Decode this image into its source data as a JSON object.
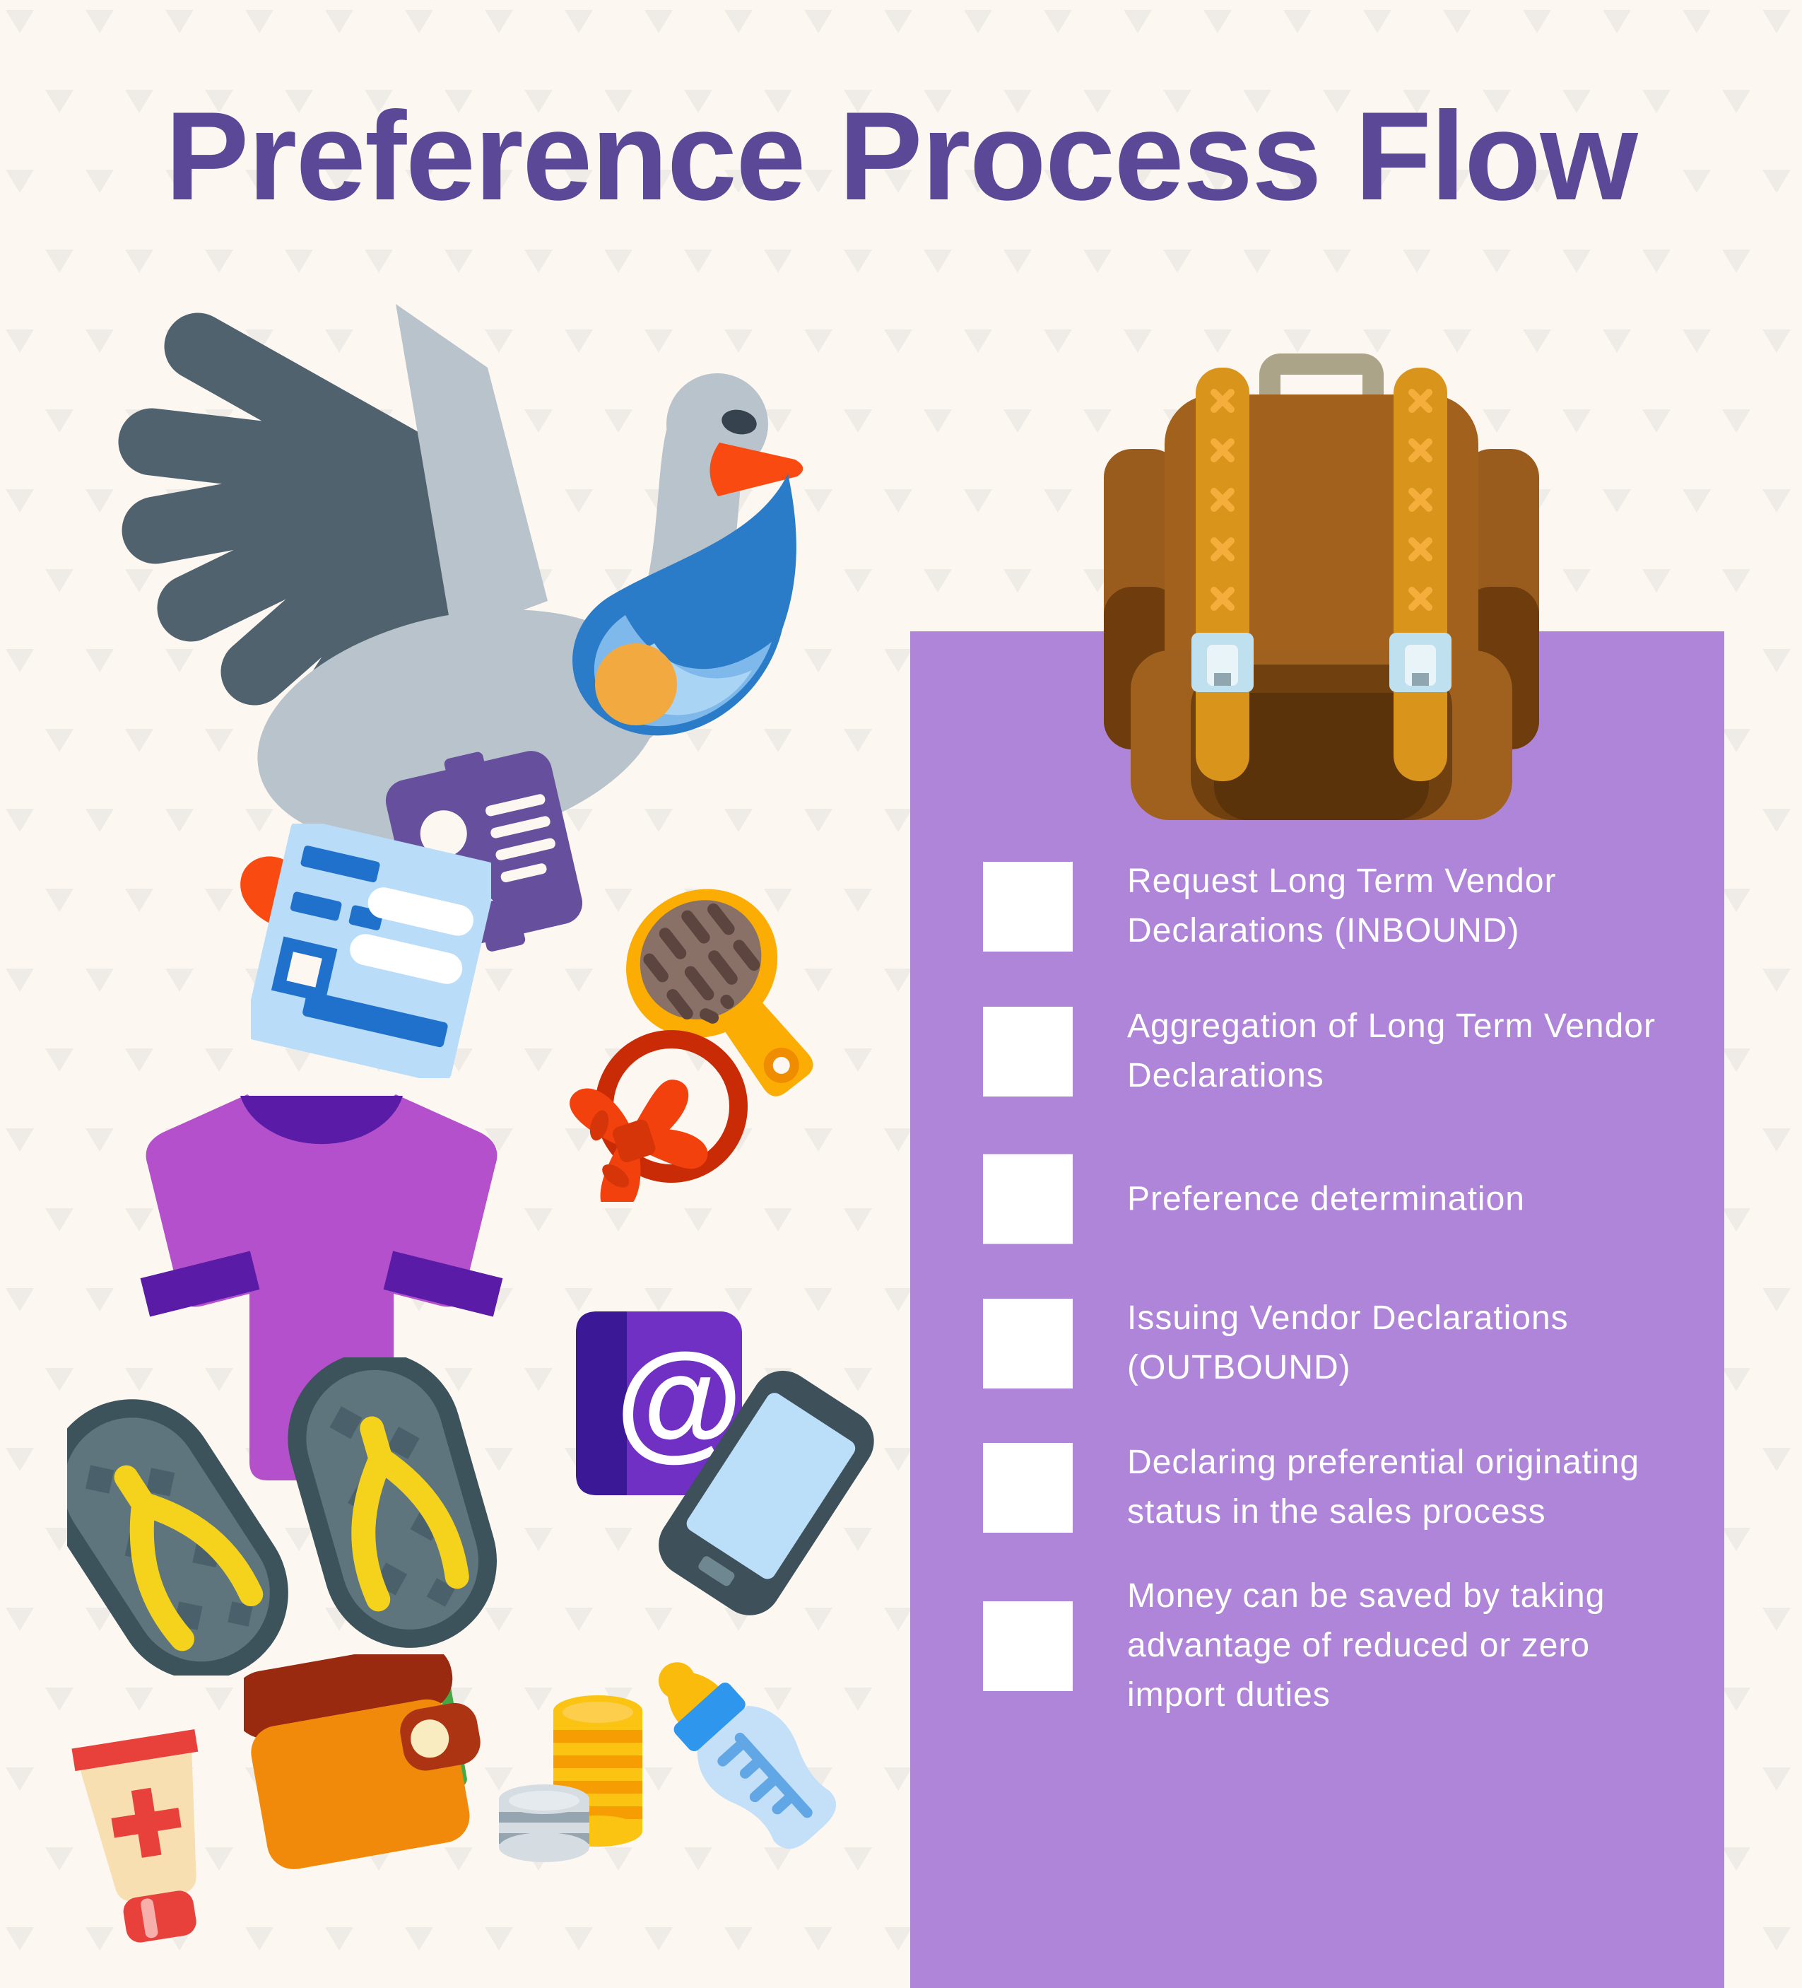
{
  "page": {
    "title": "Preference Process Flow"
  },
  "checklist": {
    "items": [
      {
        "label": "Request Long Term Vendor\nDeclarations (INBOUND)"
      },
      {
        "label": "Aggregation of Long Term Vendor\nDeclarations"
      },
      {
        "label": "Preference determination"
      },
      {
        "label": "Issuing Vendor Declarations\n(OUTBOUND)"
      },
      {
        "label": "Declaring preferential originating\nstatus in the sales process"
      },
      {
        "label": "Money can be saved by taking\nadvantage of reduced or zero\nimport duties"
      }
    ]
  },
  "illustrations": [
    {
      "name": "stork-with-baby-bundle-icon"
    },
    {
      "name": "id-badge-icon"
    },
    {
      "name": "info-card-icon"
    },
    {
      "name": "hairbrush-icon"
    },
    {
      "name": "hair-bow-icon"
    },
    {
      "name": "t-shirt-icon"
    },
    {
      "name": "flip-flops-icon"
    },
    {
      "name": "address-book-icon",
      "glyph": "@"
    },
    {
      "name": "smartphone-icon"
    },
    {
      "name": "backpack-icon"
    },
    {
      "name": "wallet-icon"
    },
    {
      "name": "coins-icon"
    },
    {
      "name": "baby-bottle-icon"
    },
    {
      "name": "cream-tube-icon"
    }
  ],
  "colors": {
    "background": "#FCF7F0",
    "pattern_triangle": "#EFECE7",
    "title": "#5B4897",
    "panel": "#AF85D9",
    "checkbox": "#FFFFFF",
    "checklist_text": "#FFFFFF",
    "accent_orange": "#F94A12",
    "accent_purple": "#B450CB",
    "accent_blue": "#2A7CC9",
    "accent_brown": "#A2611C"
  }
}
